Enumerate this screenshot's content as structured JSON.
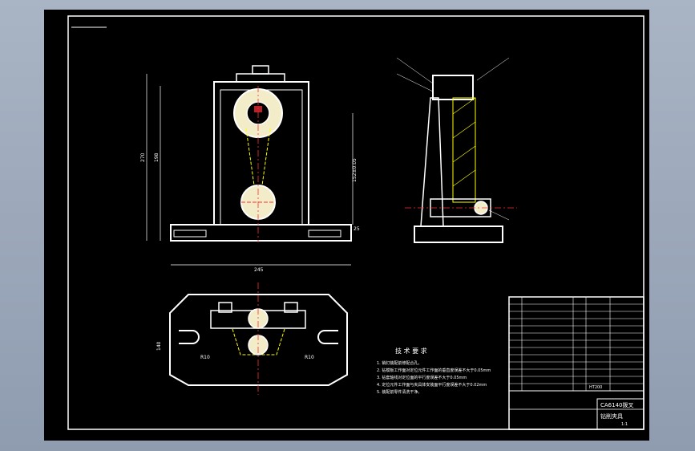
{
  "drawing": {
    "tech_requirements": {
      "title": "技 术 要 求",
      "items": [
        "1. 销钉装配前修配合孔。",
        "2. 钻模板工作面对定位元件工作面的垂直度误差不大于0.05mm",
        "3. 钻套轴线对定位面的平行度误差不大于0.05mm",
        "4. 定位元件工作面与夹具体安装面平行度误差不大于0.02mm",
        "5. 装配前零件清洗干净。"
      ]
    },
    "dimensions": {
      "front_width": "245",
      "front_height_total": "270",
      "front_height_inner": "198",
      "front_center_height": "152±0.05",
      "base_thickness": "25",
      "plan_height": "140",
      "slot_left": "R10",
      "slot_right": "R10"
    },
    "title_block": {
      "name_line1": "CA6140拨叉",
      "name_line2": "钻削夹具",
      "material": "HT200",
      "scale": "1:1"
    },
    "colors": {
      "sheet": "#000000",
      "line": "#ffffff",
      "hatch": "#ffff00",
      "center": "#ff3030",
      "accent": "#00a0ff"
    }
  }
}
